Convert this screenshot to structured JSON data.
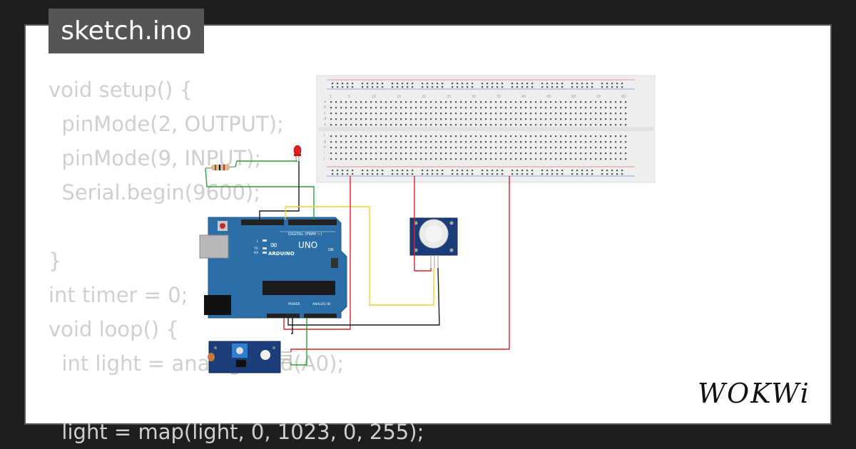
{
  "title": "sketch.ino",
  "code_lines": [
    "void setup() {",
    "  pinMode(2, OUTPUT);",
    "  pinMode(9, INPUT);",
    "  Serial.begin(9600);",
    "",
    "}",
    "int timer = 0;",
    "void loop() {",
    "  int light = analogRead(A0);",
    "",
    "  light = map(light, 0, 1023, 0, 255);"
  ],
  "board": {
    "brand": "ARDUINO",
    "model": "UNO",
    "digital_label": "DIGITAL (PWM ~)",
    "power_label": "POWER",
    "analog_label": "ANALOG IN",
    "on_label": "ON",
    "l_label": "L",
    "tx_label": "TX",
    "rx_label": "RX"
  },
  "breadboard": {
    "col_numbers": [
      "1",
      "5",
      "10",
      "15",
      "20",
      "25",
      "30",
      "35",
      "40",
      "45",
      "50",
      "55",
      "60"
    ],
    "row_letters_top": [
      "a",
      "b",
      "c",
      "d",
      "e"
    ],
    "row_letters_bottom": [
      "f",
      "g",
      "h",
      "i",
      "j"
    ]
  },
  "logo": "WOKWi",
  "colors": {
    "background": "#1e1e1e",
    "board": "#2b6ea8",
    "wire_red": "#d92424",
    "wire_black": "#1a1a1a",
    "wire_yellow": "#f2d22e",
    "wire_green": "#2e9e3a",
    "sensor_blue": "#1b3d7a"
  }
}
